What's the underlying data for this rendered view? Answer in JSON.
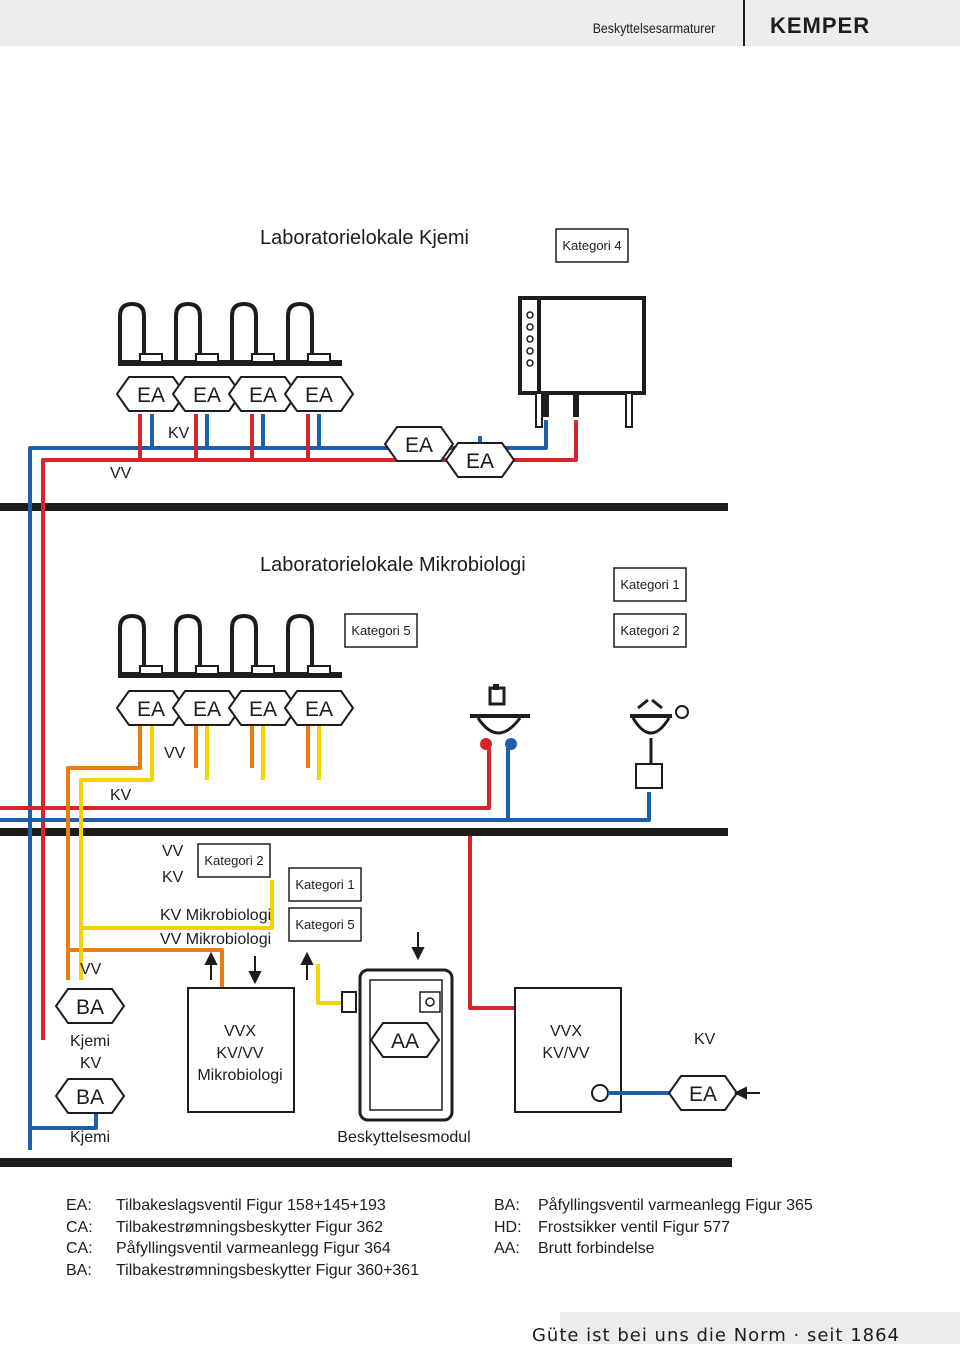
{
  "header": {
    "section_label": "Beskyttelsesarmaturer",
    "brand": "KEMPER"
  },
  "diagram": {
    "room_chemistry": "Laboratorielokale Kjemi",
    "room_microbiology": "Laboratorielokale Mikrobiologi",
    "categories": {
      "kat1": "Kategori 1",
      "kat2": "Kategori 2",
      "kat4": "Kategori 4",
      "kat5": "Kategori 5"
    },
    "devices": {
      "ea": "EA",
      "ba": "BA",
      "aa": "AA"
    },
    "lines": {
      "vv": "VV",
      "kv": "KV",
      "kv_micro": "KV Mikrobiologi",
      "vv_micro": "VV Mikrobiologi",
      "kjemi": "Kjemi",
      "vvx": "VVX",
      "kv_vv": "KV/VV",
      "mikrobiologi": "Mikrobiologi",
      "protection_module": "Beskyttelsesmodul"
    },
    "colors": {
      "cold": "#1f5fa8",
      "hot": "#d7232a",
      "orange": "#ee7d11",
      "yellow": "#f5d300",
      "slab": "#1d1d1b"
    }
  },
  "legend": {
    "left": [
      {
        "code": "EA:",
        "text": "Tilbakeslagsventil Figur 158+145+193"
      },
      {
        "code": "CA:",
        "text": "Tilbakestrømningsbeskytter Figur 362"
      },
      {
        "code": "CA:",
        "text": "Påfyllingsventil varmeanlegg Figur 364"
      },
      {
        "code": "BA:",
        "text": "Tilbakestrømningsbeskytter Figur 360+361"
      }
    ],
    "right": [
      {
        "code": "BA:",
        "text": "Påfyllingsventil varmeanlegg Figur 365"
      },
      {
        "code": "HD:",
        "text": "Frostsikker ventil Figur 577"
      },
      {
        "code": "AA:",
        "text": "Brutt forbindelse"
      }
    ]
  },
  "footer": {
    "slogan": "Güte ist bei uns die Norm · seit 1864"
  }
}
